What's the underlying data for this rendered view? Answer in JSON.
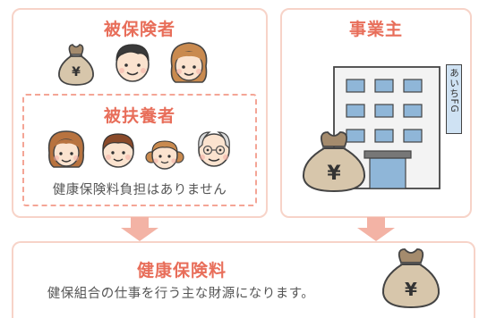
{
  "insured": {
    "title": "被保険者"
  },
  "dependents": {
    "title": "被扶養者",
    "note": "健康保険料負担はありません"
  },
  "employer": {
    "title": "事業主",
    "company_sign": "あいちFG"
  },
  "premium": {
    "title": "健康保険料",
    "description": "健保組合の仕事を行う主な財源になります。"
  },
  "money_bag_symbol": "¥",
  "colors": {
    "accent": "#e86e5a",
    "card_border": "#f7d3c8",
    "dashed_border": "#f4a596",
    "arrow": "#f3b3a5",
    "text": "#555555",
    "window": "#8fb6d8"
  }
}
